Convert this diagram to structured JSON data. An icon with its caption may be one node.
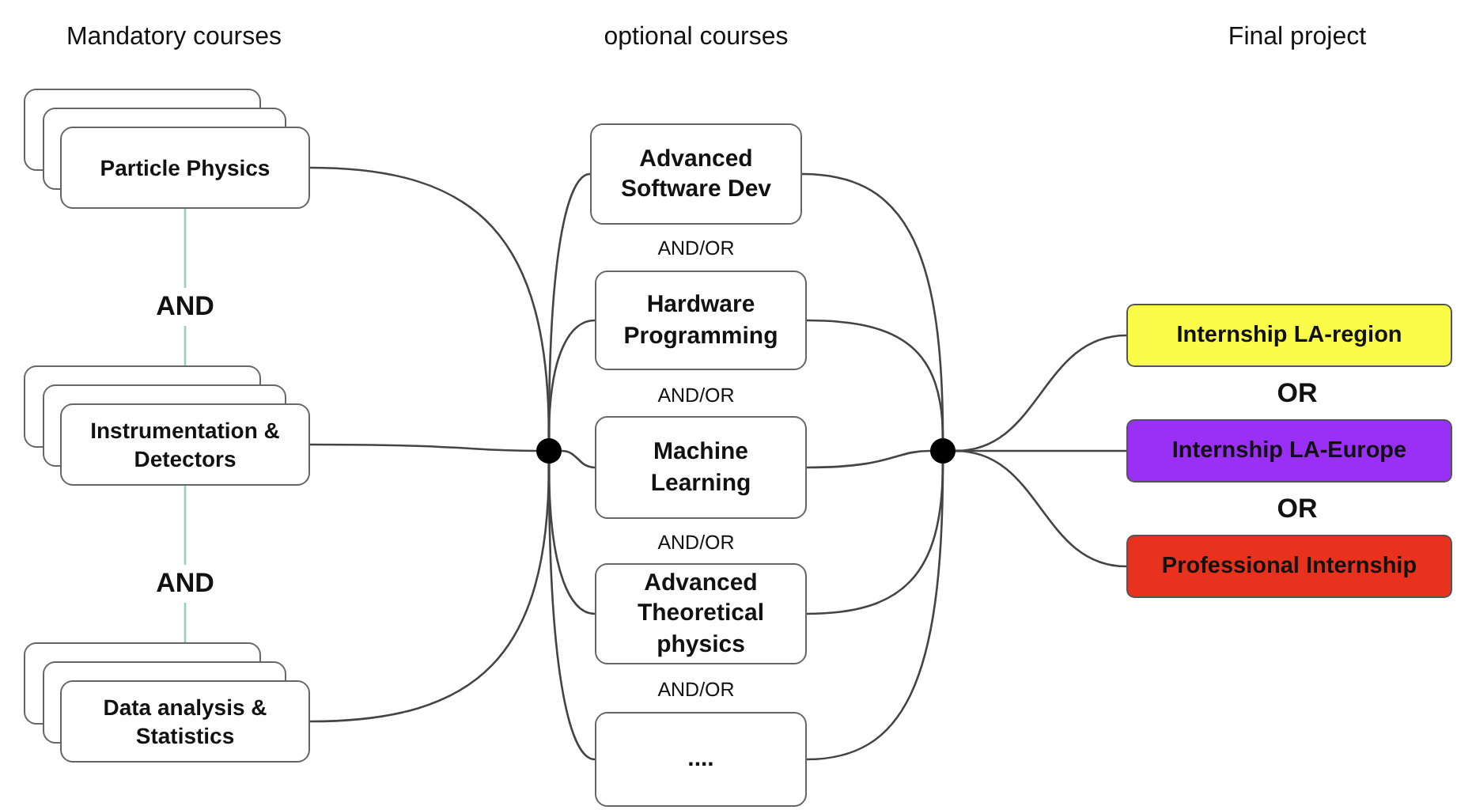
{
  "diagram": {
    "nodes": [
      {
        "text": [
          "Particle Physics"
        ]
      },
      {
        "text": [
          "Instrumentation & Detectors"
        ]
      },
      {
        "text": [
          "Data analysis & Statistics"
        ]
      },
      {
        "text": [],
        "shape": "circle"
      },
      {
        "text": [
          "Advanced Software Dev"
        ]
      },
      {
        "text": [
          "Hardware Programming"
        ]
      },
      {
        "text": [
          "Machine Learning"
        ]
      },
      {
        "text": [
          "Advanced Theoretical physics"
        ]
      },
      {
        "text": [
          "...."
        ]
      },
      {
        "text": [],
        "shape": "circle"
      },
      {
        "text": [
          "Internship LA-region"
        ]
      },
      {
        "text": [
          "Internship LA-Europe"
        ]
      },
      {
        "text": [
          "Professional Internship"
        ]
      }
    ],
    "edges": [
      {
        "from": 0,
        "to": 1,
        "arrow": "none",
        "label": "AND",
        "color": "#9ccfb8"
      },
      {
        "from": 1,
        "to": 2,
        "arrow": "none",
        "label": "AND",
        "color": "#9ccfb8"
      },
      {
        "from": 0,
        "to": 3,
        "arrow": "none"
      },
      {
        "from": 1,
        "to": 3,
        "arrow": "none"
      },
      {
        "from": 2,
        "to": 3,
        "arrow": "none"
      },
      {
        "from": 3,
        "to": 4,
        "arrow": "none"
      },
      {
        "from": 3,
        "to": 5,
        "arrow": "none"
      },
      {
        "from": 3,
        "to": 6,
        "arrow": "none"
      },
      {
        "from": 3,
        "to": 7,
        "arrow": "none"
      },
      {
        "from": 3,
        "to": 8,
        "arrow": "none"
      },
      {
        "from": 4,
        "to": 9,
        "arrow": "none"
      },
      {
        "from": 5,
        "to": 9,
        "arrow": "none"
      },
      {
        "from": 6,
        "to": 9,
        "arrow": "none"
      },
      {
        "from": 7,
        "to": 9,
        "arrow": "none"
      },
      {
        "from": 8,
        "to": 9,
        "arrow": "none"
      },
      {
        "from": 9,
        "to": 10,
        "arrow": "none"
      },
      {
        "from": 9,
        "to": 11,
        "arrow": "none"
      },
      {
        "from": 9,
        "to": 12,
        "arrow": "none"
      }
    ],
    "labels": [
      "Mandatory courses",
      "optional courses",
      "Final project",
      "AND/OR",
      "AND/OR",
      "OR",
      "AND/OR",
      "OR",
      "AND/OR"
    ]
  }
}
